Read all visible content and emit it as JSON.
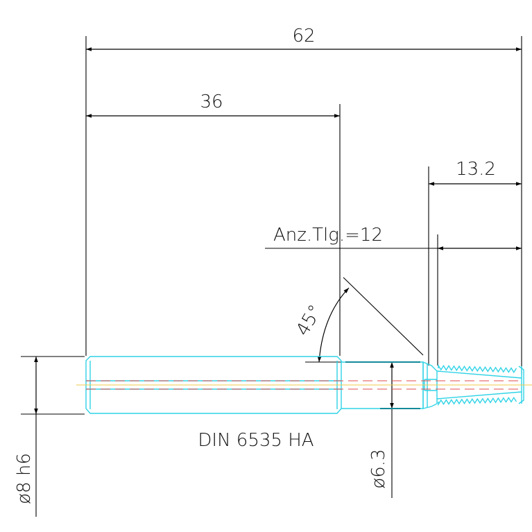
{
  "dimensions": {
    "total_length": "62",
    "shank_length": "36",
    "thread_length": "13.2",
    "tooth_count": "Anz.Tlg.=12",
    "chamfer_angle": "45°",
    "shank_diameter": "ø8 h6",
    "neck_diameter": "ø6.3"
  },
  "standard_label": "DIN 6535 HA",
  "colors": {
    "part_outline": "#2fd3e6",
    "part_edge_dark": "#138a9a",
    "center_line_red": "#e24b4b",
    "center_line_yellow": "#f2c84b",
    "dimension_lines": "#000000"
  }
}
